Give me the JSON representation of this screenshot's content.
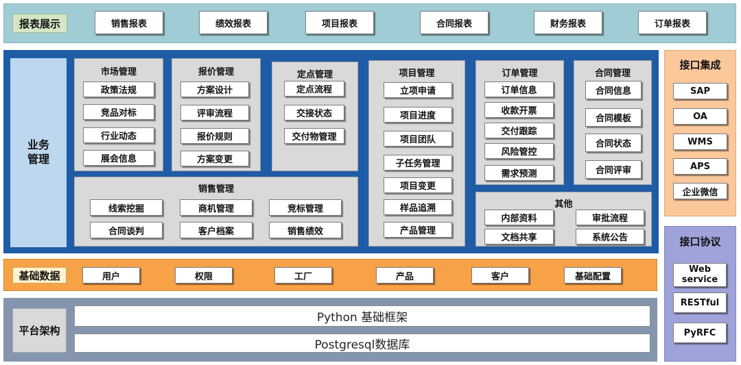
{
  "colors": {
    "report_band": "#9fccd5",
    "report_label": "#d4e7c5",
    "business_frame": "#1f5ca6",
    "business_label": "#bdd7ee",
    "module_panel": "#d9d9d9",
    "integration": "#fbc89c",
    "protocol": "#a0a3da",
    "base_band": "#f7a247",
    "base_label": "#fff2cc",
    "platform_band": "#8595ae"
  },
  "report": {
    "label": "报表展示",
    "items": [
      "销售报表",
      "绩效报表",
      "项目报表",
      "合同报表",
      "财务报表",
      "订单报表"
    ]
  },
  "business": {
    "label": "业务管理",
    "market": {
      "title": "市场管理",
      "items": [
        "政策法规",
        "竞品对标",
        "行业动态",
        "展会信息"
      ]
    },
    "quote": {
      "title": "报价管理",
      "items": [
        "方案设计",
        "评审流程",
        "报价规则",
        "方案变更"
      ]
    },
    "fixed_point": {
      "title": "定点管理",
      "items": [
        "定点流程",
        "交接状态",
        "交付物管理"
      ]
    },
    "sales": {
      "title": "销售管理",
      "items": [
        "线索挖掘",
        "商机管理",
        "竞标管理",
        "合同谈判",
        "客户档案",
        "销售绩效"
      ]
    },
    "project": {
      "title": "项目管理",
      "items": [
        "立项申请",
        "项目进度",
        "项目团队",
        "子任务管理",
        "项目变更",
        "样品追溯",
        "产品管理"
      ]
    },
    "order": {
      "title": "订单管理",
      "items": [
        "订单信息",
        "收款开票",
        "交付跟踪",
        "风险管控",
        "需求预测"
      ]
    },
    "contract": {
      "title": "合同管理",
      "items": [
        "合同信息",
        "合同模板",
        "合同状态",
        "合同评审"
      ]
    },
    "other": {
      "title": "其他",
      "items": [
        "内部资料",
        "审批流程",
        "文档共享",
        "系统公告"
      ]
    }
  },
  "integration": {
    "title": "接口集成",
    "items": [
      "SAP",
      "OA",
      "WMS",
      "APS",
      "企业微信"
    ]
  },
  "protocol": {
    "title": "接口协议",
    "items": [
      "Web service",
      "RESTful",
      "PyRFC"
    ]
  },
  "base_data": {
    "label": "基础数据",
    "items": [
      "用户",
      "权限",
      "工厂",
      "产品",
      "客户",
      "基础配置"
    ]
  },
  "platform": {
    "label": "平台架构",
    "items": [
      "Python 基础框架",
      "Postgresql数据库"
    ]
  }
}
